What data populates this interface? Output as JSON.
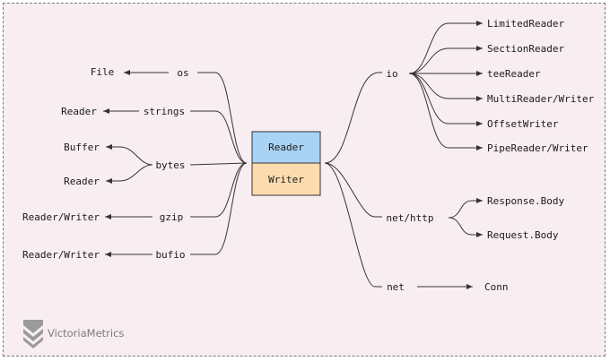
{
  "center": {
    "reader": {
      "label": "Reader",
      "color": "#a9d3f5"
    },
    "writer": {
      "label": "Writer",
      "color": "#fcdcae"
    }
  },
  "left_packages": {
    "os": "os",
    "strings": "strings",
    "bytes": "bytes",
    "gzip": "gzip",
    "bufio": "bufio"
  },
  "left_types": {
    "os_file": "File",
    "strings_reader": "Reader",
    "bytes_buffer": "Buffer",
    "bytes_reader": "Reader",
    "gzip_readerwriter": "Reader/Writer",
    "bufio_readerwriter": "Reader/Writer"
  },
  "right_packages": {
    "io": "io",
    "nethttp": "net/http",
    "net": "net"
  },
  "right_types": {
    "io_limitedreader": "LimitedReader",
    "io_sectionreader": "SectionReader",
    "io_teereader": "teeReader",
    "io_multireaderwriter": "MultiReader/Writer",
    "io_offsetwriter": "OffsetWriter",
    "io_pipereaderwriter": "PipeReader/Writer",
    "http_responsebody": "Response.Body",
    "http_requestbody": "Request.Body",
    "net_conn": "Conn"
  },
  "brand": {
    "name": "VictoriaMetrics",
    "logo_icon": "victoriametrics-logo-icon"
  },
  "colors": {
    "background": "#f8eef1",
    "border": "#7a7a7a",
    "line": "#333333"
  }
}
